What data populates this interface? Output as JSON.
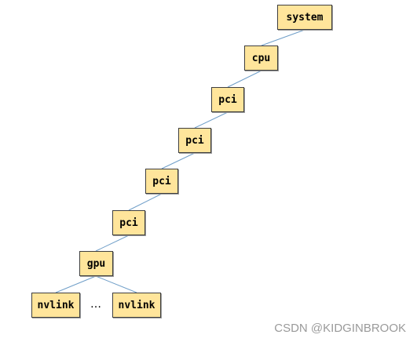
{
  "diagram": {
    "nodes": {
      "system": "system",
      "cpu": "cpu",
      "pci_1": "pci",
      "pci_2": "pci",
      "pci_3": "pci",
      "pci_4": "pci",
      "gpu": "gpu",
      "nvlink_1": "nvlink",
      "nvlink_2": "nvlink"
    },
    "ellipsis": "…",
    "edges": [
      [
        "system",
        "cpu"
      ],
      [
        "cpu",
        "pci_1"
      ],
      [
        "pci_1",
        "pci_2"
      ],
      [
        "pci_2",
        "pci_3"
      ],
      [
        "pci_3",
        "pci_4"
      ],
      [
        "pci_4",
        "gpu"
      ],
      [
        "gpu",
        "nvlink_1"
      ],
      [
        "gpu",
        "nvlink_2"
      ]
    ],
    "colors": {
      "node_fill": "#ffe59b",
      "node_border": "#3f3f3f",
      "edge": "#6f9ec8"
    }
  },
  "watermark": "CSDN @KIDGINBROOK"
}
